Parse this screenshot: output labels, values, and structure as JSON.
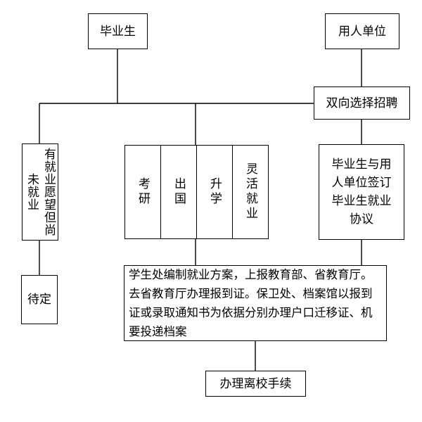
{
  "nodes": {
    "graduate": "毕业生",
    "employer": "用人单位",
    "two_way": "双向选择招聘",
    "want_job": "有就业愿望但尚未就业",
    "options": [
      "考研",
      "出国",
      "升学",
      "灵活就业"
    ],
    "sign_agreement": "毕业生与用人单位签订毕业生就业协议",
    "waiting": "待定",
    "plan": "学生处编制就业方案，上报教育部、省教育厅。去省教育厅办理报到证。保卫处、档案馆以报到证或录取通知书为依据分别办理户口迁移证、机要投递档案",
    "leave": "办理离校手续"
  }
}
